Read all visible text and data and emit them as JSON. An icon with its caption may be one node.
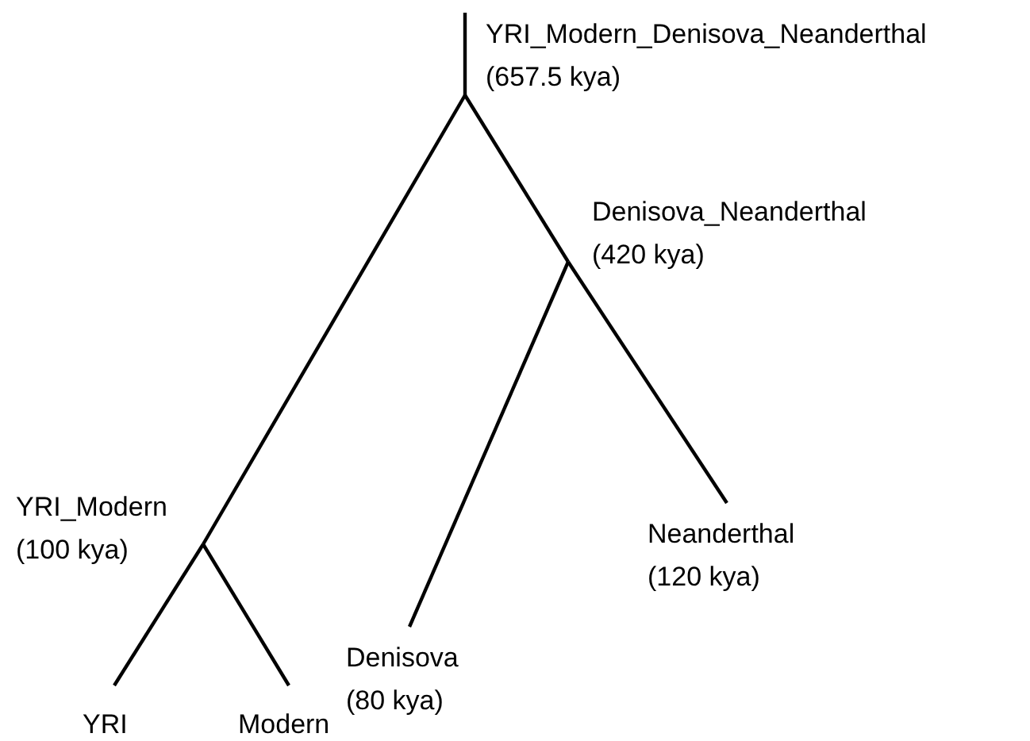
{
  "diagram": {
    "nodes": [
      {
        "text": [
          "YRI_Modern_Denisova_Neanderthal",
          "(657.5 kya)"
        ]
      },
      {
        "text": [
          "Denisova_Neanderthal",
          "(420 kya)"
        ]
      },
      {
        "text": [
          "YRI_Modern",
          "(100 kya)"
        ]
      },
      {
        "text": [
          "Neanderthal",
          "(120 kya)"
        ]
      },
      {
        "text": [
          "Denisova",
          "(80 kya)"
        ]
      },
      {
        "text": [
          "YRI"
        ]
      },
      {
        "text": [
          "Modern"
        ]
      }
    ],
    "edges": [
      {
        "from": null,
        "to": 0,
        "arrow": "none"
      },
      {
        "from": 0,
        "to": 2,
        "arrow": "none"
      },
      {
        "from": 0,
        "to": 1,
        "arrow": "none"
      },
      {
        "from": 1,
        "to": 4,
        "arrow": "none"
      },
      {
        "from": 1,
        "to": 3,
        "arrow": "none"
      },
      {
        "from": 2,
        "to": 5,
        "arrow": "none"
      },
      {
        "from": 2,
        "to": 6,
        "arrow": "none"
      }
    ]
  }
}
